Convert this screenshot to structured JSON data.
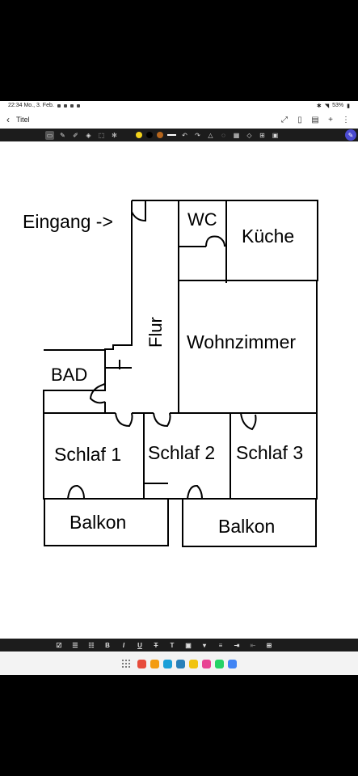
{
  "status": {
    "time_date": "22:34  Mo., 3. Feb.",
    "battery": "53%"
  },
  "appbar": {
    "title": "Titel"
  },
  "toolbar": {
    "colors": [
      "#f2d21b",
      "#000000",
      "#b5651d"
    ]
  },
  "plan": {
    "entrance_label": "Eingang ->",
    "rooms": {
      "wc": "WC",
      "kitchen": "Küche",
      "hall": "Flur",
      "living": "Wohnzimmer",
      "bath": "BAD",
      "bedroom1": "Schlaf 1",
      "bedroom2": "Schlaf 2",
      "bedroom3": "Schlaf 3",
      "balcony_left": "Balkon",
      "balcony_right": "Balkon"
    }
  },
  "format": {
    "bold": "B",
    "italic": "I",
    "underline": "U",
    "strike": "T",
    "text": "T"
  },
  "dock": {
    "apps": [
      "#e74c3c",
      "#f39c12",
      "#1a9fd8",
      "#2980b9",
      "#f1c40f",
      "#e84393",
      "#25d366",
      "#4285f4"
    ]
  }
}
